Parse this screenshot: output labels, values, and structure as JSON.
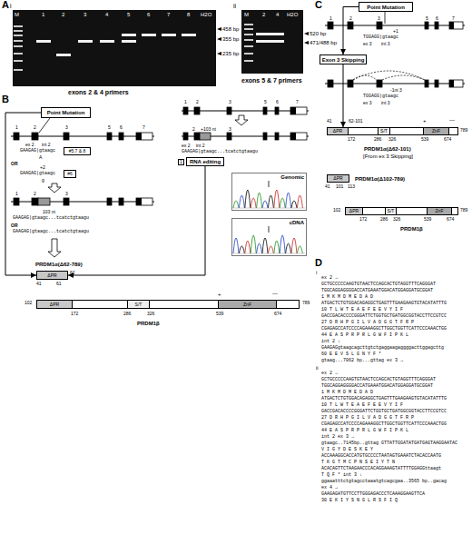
{
  "diagram": {
    "nodes": [
      {
        "text": [
          "Point Mutation"
        ]
      },
      {
        "text": [
          "#5,7 & 8"
        ]
      },
      {
        "text": [
          "#6"
        ]
      },
      {
        "text": [
          "RNA editing"
        ]
      },
      {
        "text": [
          "Genomic"
        ]
      },
      {
        "text": [
          "cDNA"
        ]
      },
      {
        "text": [
          "PRDM1α(Δ62-789)",
          "ΔPR"
        ]
      },
      {
        "text": [
          "PRDM1β"
        ]
      },
      {
        "text": [
          "ΔPR"
        ],
        "in": 7
      },
      {
        "text": [
          "S/T"
        ],
        "in": 7
      },
      {
        "text": [
          "ZnF"
        ],
        "in": 7
      },
      {
        "text": [
          "Point Mutation"
        ]
      },
      {
        "text": [
          "Exon 3 Skipping"
        ]
      },
      {
        "text": [
          "PRDM1α(Δ62-101)"
        ]
      },
      {
        "text": [
          "ΔPR"
        ],
        "in": 13
      },
      {
        "text": [
          "S/T"
        ],
        "in": 13
      },
      {
        "text": [
          "ZnF"
        ],
        "in": 13
      },
      {
        "text": [
          "PRDM1α(Δ102-789)",
          "ΔPR"
        ]
      },
      {
        "text": [
          "PRDM1β"
        ]
      },
      {
        "text": [
          "ΔPR"
        ],
        "in": 18
      },
      {
        "text": [
          "S/T"
        ],
        "in": 18
      },
      {
        "text": [
          "ZnF"
        ],
        "in": 18
      }
    ],
    "edges": [
      {
        "from": 0,
        "to": 6,
        "arrow": "to"
      },
      {
        "from": 3,
        "to": 6,
        "arrow": "to"
      },
      {
        "from": 11,
        "to": 12,
        "arrow": "to"
      },
      {
        "from": 12,
        "to": 13,
        "arrow": "to"
      }
    ],
    "labels": [
      "A",
      "i",
      "M",
      "1",
      "2",
      "3",
      "4",
      "5",
      "6",
      "7",
      "8",
      "H2O",
      "458 bp",
      "355 bp",
      "235 bp",
      "exons 2 & 4 primers",
      "ii",
      "M",
      "2",
      "4",
      "H2O",
      "520 bp",
      "471/488 bp",
      "exons 5 & 7 primers",
      "B",
      "1",
      "2",
      "3",
      "5",
      "6",
      "7",
      "ex 2",
      "int 2",
      "GAAGAG|gtaagc",
      "A",
      "OR",
      "+2",
      "GAAGAG|gtaagc",
      "g",
      "1",
      "2",
      "3",
      "103 nt",
      "GAAGAG|gtaagc...tcatctgtaagu",
      "OR",
      "GAAGAG|gtaagc...tcatctgtaagu",
      "41",
      "61",
      "62",
      "102",
      "172",
      "286",
      "326",
      "539",
      "674",
      "789",
      "+",
      "—",
      "1",
      "2",
      "3",
      "5",
      "6",
      "7",
      "2",
      "+103 nt",
      "3",
      "ex 2",
      "int 2",
      "GAAGAG|gtaagc...tcatctgtaagu",
      "1",
      "C",
      "1",
      "2",
      "3",
      "5",
      "6",
      "7",
      "+1",
      "TGGAGG|gtaagc",
      "ex 3",
      "int 3",
      "-1nt 3",
      "TGGAGG|gtaagc",
      "ex 3",
      "int 3",
      "41",
      "62-101",
      "172",
      "286",
      "326",
      "539",
      "674",
      "789",
      "+",
      "—",
      "[From ex 3 Skipping]",
      "41",
      "101",
      "113",
      "102",
      "172",
      "286",
      "326",
      "539",
      "674",
      "789",
      "D",
      "i",
      "ex 2 →",
      "GCTGCCCCCAAGTGTAACTCCAGCACTGTAGGTTTCAGGGAT",
      "TGGCAGGAGGGGACCATGAAATGGACATGGAGGATGCGGAT",
      "1 M K M D M E D A D",
      "ATGACTCTGTGGACAGAGGCTGAGTTTGAAGAAGTGTACATATTTG",
      "10 T L W T E A E F E E V Y I F",
      "GACCGACACCCCGGGATTCTGGTGCTGATGGCGGTACCTTCCGTCC",
      "27 D R H P G I L V A D G G T F R P",
      "CGAGAGCCATCCCCAGAAAGGCTTGGCTGGTTCATTCCCAAACTGG",
      "44 E A S P R P R L G W F I P K L",
      "int 2 ↓",
      "GAAGAGgtaagcagcttgtctgaggaagaggggacttggagcttg",
      "60 E E V S L G N Y F *",
      "gtaag...7062 bp...gttag ex 3 →",
      "ii",
      "ex 2 →",
      "GCTGCCCCCAAGTGTAACTCCAGCACTGTAGGTTTCAGGGAT",
      "TGGCAGGAGGGGACCATGAAATGGACATGGAGGATGCGGAT",
      "1 M K M D M E D A D",
      "ATGACTCTGTGGACAGAGGCTGAGTTTGAAGAAGTGTACATATTTG",
      "10 T L W T E A E F E E V Y I F",
      "GACCGACACCCCGGGATTCTGGTGCTGATGGCGGTACCTTCCGTCC",
      "27 D R H P G I L V A D G G T F R P",
      "CGAGAGCCATCCCCAGAAAGGCTTGGCTGGTTCATTCCCAAACTGG",
      "44 E A S P R P R L G W F I P K L",
      "int 2 ex 3 →",
      "gtaagc..7145bp..gttag GTTATTGGATATGATGAGTAAGGAATAC",
      "V I G Y D E S K E Y",
      "ACCAAAGGCACCATGTGCCCCTAATAGTGAAATCTACACCAATG",
      "T K G T M C P N S E I Y T N",
      "ACACAGTTCTAAGAACCCACAGGAAAGTATTTTGGAGGttaagt",
      "T Q F * int 3 ↓",
      "ggaaatttctgtagcctaaatgtcagcgaa..3565 bp..gacag",
      "ex 4 →",
      "GAAGAGATGTTCCTTGGGAGACCCTCAAAGGAAGTTCA",
      "30 E K I Y S N G L R S F I Q"
    ]
  }
}
